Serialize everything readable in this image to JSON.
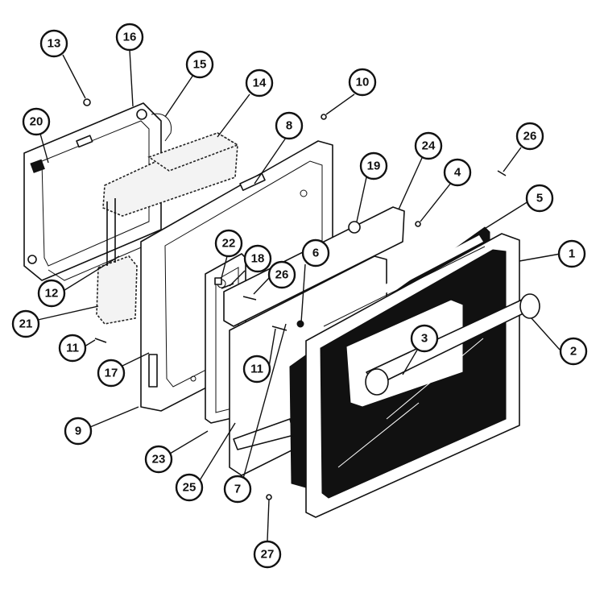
{
  "diagram": {
    "callouts": [
      {
        "id": "c13",
        "label": "13"
      },
      {
        "id": "c16",
        "label": "16"
      },
      {
        "id": "c15",
        "label": "15"
      },
      {
        "id": "c14",
        "label": "14"
      },
      {
        "id": "c10",
        "label": "10"
      },
      {
        "id": "c26a",
        "label": "26"
      },
      {
        "id": "c20",
        "label": "20"
      },
      {
        "id": "c8",
        "label": "8"
      },
      {
        "id": "c24",
        "label": "24"
      },
      {
        "id": "c19",
        "label": "19"
      },
      {
        "id": "c4",
        "label": "4"
      },
      {
        "id": "c5",
        "label": "5"
      },
      {
        "id": "c1",
        "label": "1"
      },
      {
        "id": "c22",
        "label": "22"
      },
      {
        "id": "c18",
        "label": "18"
      },
      {
        "id": "c6",
        "label": "6"
      },
      {
        "id": "c26b",
        "label": "26"
      },
      {
        "id": "c12",
        "label": "12"
      },
      {
        "id": "c21",
        "label": "21"
      },
      {
        "id": "c11a",
        "label": "11"
      },
      {
        "id": "c3",
        "label": "3"
      },
      {
        "id": "c2",
        "label": "2"
      },
      {
        "id": "c11b",
        "label": "11"
      },
      {
        "id": "c17",
        "label": "17"
      },
      {
        "id": "c9",
        "label": "9"
      },
      {
        "id": "c23",
        "label": "23"
      },
      {
        "id": "c25",
        "label": "25"
      },
      {
        "id": "c7",
        "label": "7"
      },
      {
        "id": "c27",
        "label": "27"
      }
    ]
  }
}
